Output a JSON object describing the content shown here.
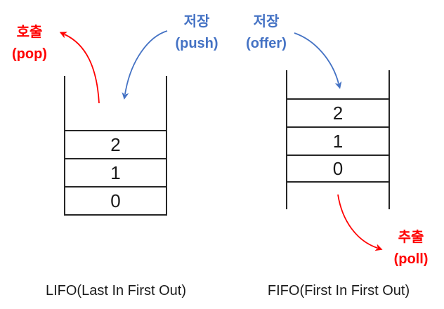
{
  "colors": {
    "red": "#FF0000",
    "blue": "#4472C4",
    "line": "#262626"
  },
  "stack": {
    "pop_label": {
      "korean": "호출",
      "english": "(pop)"
    },
    "push_label": {
      "korean": "저장",
      "english": "(push)"
    },
    "cells": [
      "2",
      "1",
      "0"
    ],
    "caption": "LIFO(Last In First Out)"
  },
  "queue": {
    "offer_label": {
      "korean": "저장",
      "english": "(offer)"
    },
    "poll_label": {
      "korean": "추출",
      "english": "(poll)"
    },
    "cells": [
      "2",
      "1",
      "0"
    ],
    "caption": "FIFO(First In First Out)"
  }
}
